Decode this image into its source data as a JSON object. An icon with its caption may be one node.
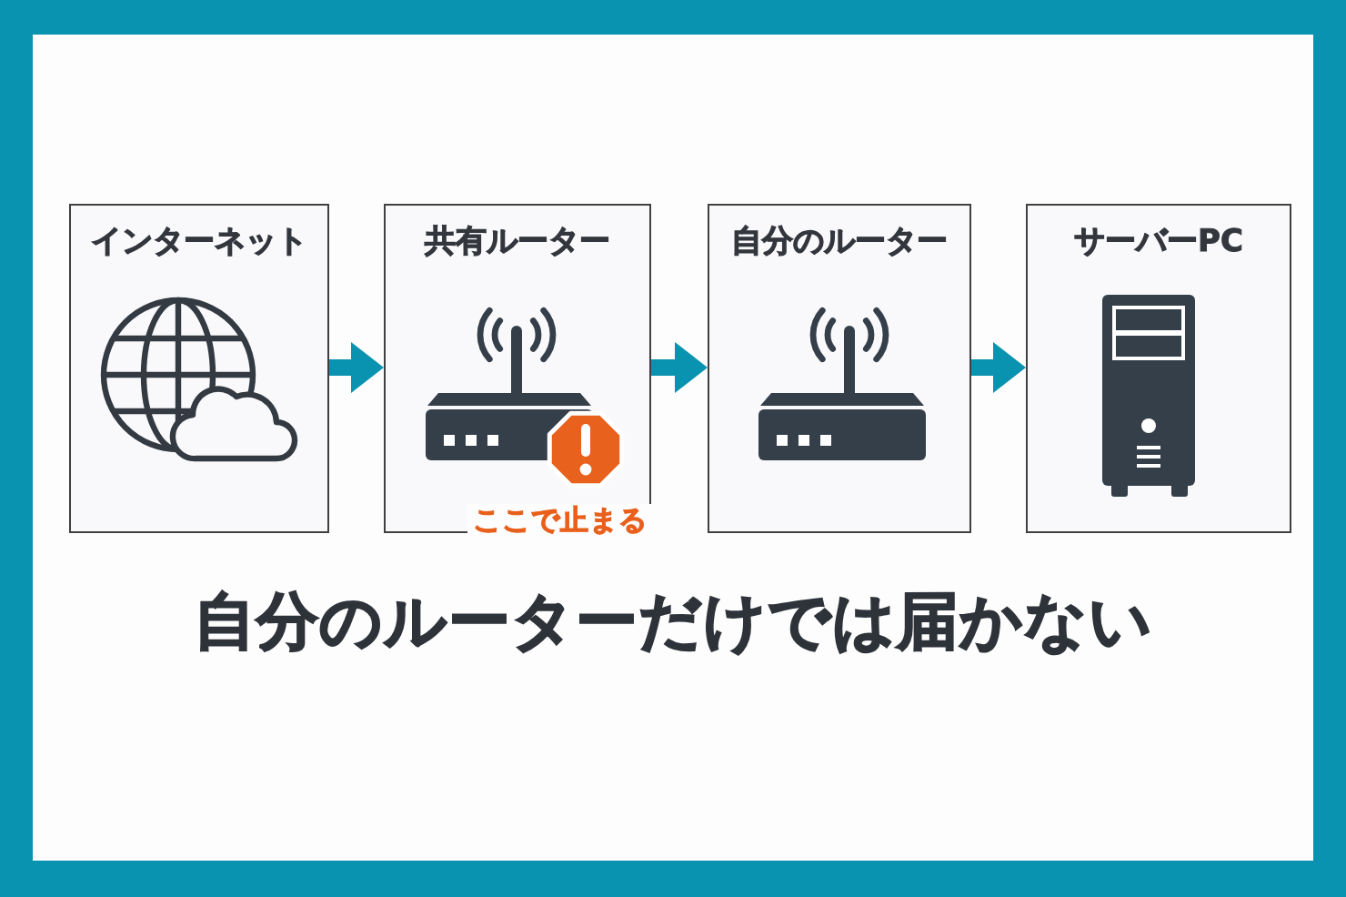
{
  "diagram": {
    "caption": "自分のルーターだけでは届かない",
    "nodes": [
      {
        "text": [
          "インターネット"
        ]
      },
      {
        "text": [
          "共有ルーター",
          "ここで止まる"
        ]
      },
      {
        "text": [
          "自分のルーター"
        ]
      },
      {
        "text": [
          "サーバーPC"
        ]
      }
    ],
    "edges": [
      {
        "from": 0,
        "to": 1,
        "arrow": "to"
      },
      {
        "from": 1,
        "to": 2,
        "arrow": "to"
      },
      {
        "from": 2,
        "to": 3,
        "arrow": "to"
      }
    ]
  }
}
